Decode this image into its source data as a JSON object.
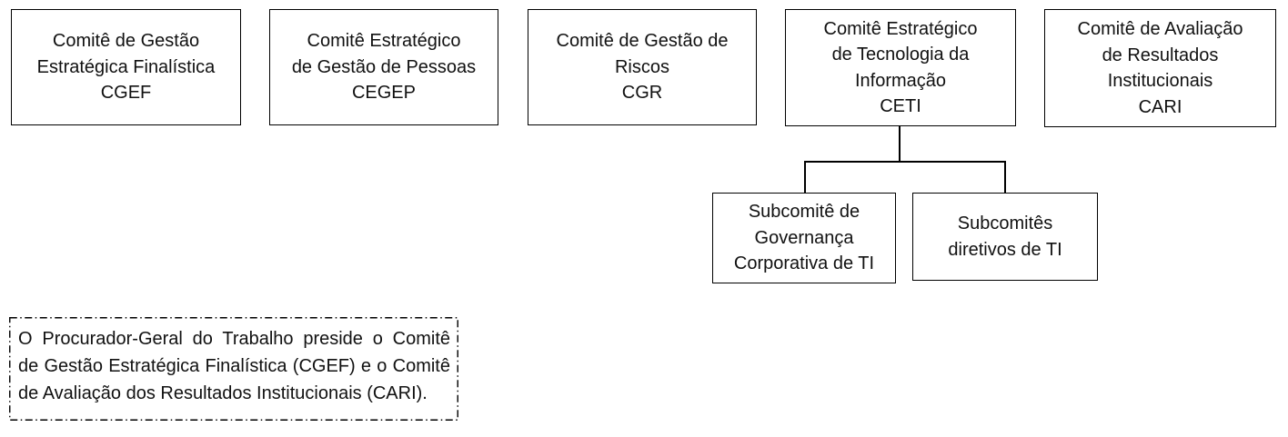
{
  "committees": [
    {
      "abbr": "CGEF",
      "label": "Comitê de Gestão\nEstratégica Finalística\nCGEF"
    },
    {
      "abbr": "CEGEP",
      "label": "Comitê Estratégico\nde Gestão de Pessoas\nCEGEP"
    },
    {
      "abbr": "CGR",
      "label": "Comitê de Gestão de\nRiscos\nCGR"
    },
    {
      "abbr": "CETI",
      "label": "Comitê Estratégico\nde Tecnologia da\nInformação\nCETI"
    },
    {
      "abbr": "CARI",
      "label": "Comitê de Avaliação\nde Resultados\nInstitucionais\nCARI"
    }
  ],
  "subcommittees": [
    {
      "label": "Subcomitê de\nGovernança\nCorporativa de TI"
    },
    {
      "label": "Subcomitês\ndiretivos de TI"
    }
  ],
  "note": {
    "lines": [
      "O Procurador-Geral do Trabalho preside o Comitê",
      "de Gestão Estratégica Finalística (CGEF) e o Comitê",
      "de Avaliação dos Resultados Institucionais (CARI)."
    ]
  },
  "colors": {
    "line": "#000000",
    "text": "#111111",
    "background": "#ffffff"
  }
}
